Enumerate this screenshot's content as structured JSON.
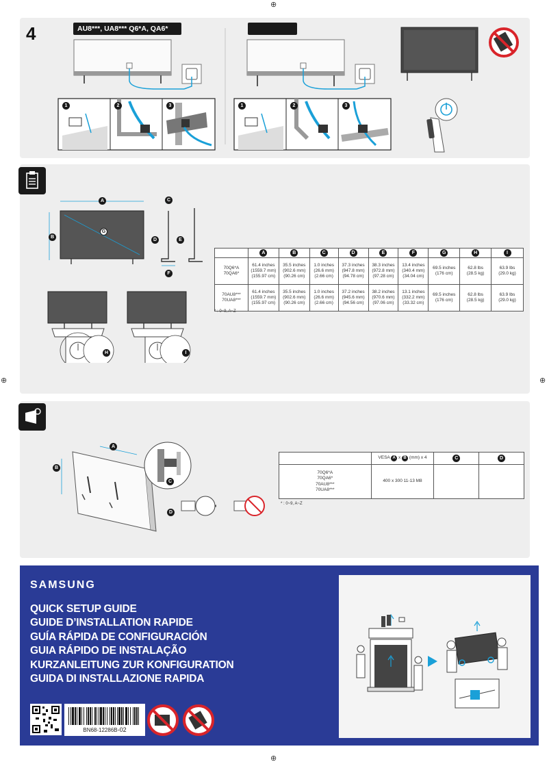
{
  "step": {
    "number": "4"
  },
  "models": {
    "left_tag": "AU8***, UA8*** Q6*A, QA6*",
    "right_tag": ""
  },
  "steps_labels": [
    "1",
    "2",
    "3"
  ],
  "spec": {
    "headers": [
      "A",
      "B",
      "C",
      "D",
      "E",
      "F",
      "G",
      "H",
      "I"
    ],
    "rows": [
      {
        "model": [
          "70Q6*A",
          "70QA6*"
        ],
        "cells": [
          [
            "61.4 inches",
            "(1559.7 mm)",
            "(155.97 cm)"
          ],
          [
            "35.5 inches",
            "(902.6 mm)",
            "(90.26 cm)"
          ],
          [
            "1.0 inches",
            "(26.6 mm)",
            "(2.66 cm)"
          ],
          [
            "37.3 inches",
            "(947.8 mm)",
            "(94.78 cm)"
          ],
          [
            "38.3 inches",
            "(972.8 mm)",
            "(97.28 cm)"
          ],
          [
            "13.4 inches",
            "(340.4 mm)",
            "(34.04 cm)"
          ],
          [
            "69.5 inches",
            "(176 cm)"
          ],
          [
            "62.8 lbs",
            "(28.5 kg)"
          ],
          [
            "63.9 lbs",
            "(29.0 kg)"
          ]
        ]
      },
      {
        "model": [
          "70AU8***",
          "70UA8***"
        ],
        "cells": [
          [
            "61.4 inches",
            "(1559.7 mm)",
            "(155.97 cm)"
          ],
          [
            "35.5 inches",
            "(902.6 mm)",
            "(90.26 cm)"
          ],
          [
            "1.0 inches",
            "(26.6 mm)",
            "(2.66 cm)"
          ],
          [
            "37.2 inches",
            "(945.6 mm)",
            "(94.56 cm)"
          ],
          [
            "38.2 inches",
            "(970.6 mm)",
            "(97.06 cm)"
          ],
          [
            "13.1 inches",
            "(332.2 mm)",
            "(33.32 cm)"
          ],
          [
            "69.5 inches",
            "(176 cm)"
          ],
          [
            "62.8 lbs",
            "(28.5 kg)"
          ],
          [
            "63.9 lbs",
            "(29.0 kg)"
          ]
        ]
      }
    ],
    "note": "* : 0~9, A~Z"
  },
  "wall": {
    "header_vesa_prefix": "VESA",
    "header_vesa_suffix": "(mm) x 4",
    "header_a": "A",
    "header_b": "B",
    "header_c": "C",
    "header_d": "D",
    "models": [
      "70Q6*A",
      "70QA6*",
      "70AU8***",
      "70UA8***"
    ],
    "vesa_value": "400 x 300 11-13 M8",
    "note": "* : 0~9, A~Z"
  },
  "labels": {
    "A": "A",
    "B": "B",
    "C": "C",
    "D": "D",
    "E": "E",
    "F": "F",
    "G": "G",
    "H": "H",
    "I": "I"
  },
  "brand": "SAMSUNG",
  "titles": [
    "QUICK SETUP GUIDE",
    "GUIDE D’INSTALLATION RAPIDE",
    "GUÍA RÁPIDA DE CONFIGURACIÓN",
    "GUIA RÁPIDO DE INSTALAÇÃO",
    "KURZANLEITUNG ZUR KONFIGURATION",
    "GUIDA DI INSTALLAZIONE RAPIDA"
  ],
  "barcode_text": "BN68-12286B",
  "barcode_suffix": "-02",
  "colors": {
    "panel": "#eeeeee",
    "blue": "#2a3b96",
    "cable": "#1aa0d8",
    "prohibit": "#d9242a"
  },
  "icons": [
    "registration-mark-icon",
    "clipboard-icon",
    "wall-mount-icon",
    "power-button-icon",
    "prohibited-icon",
    "qr-code-icon"
  ]
}
